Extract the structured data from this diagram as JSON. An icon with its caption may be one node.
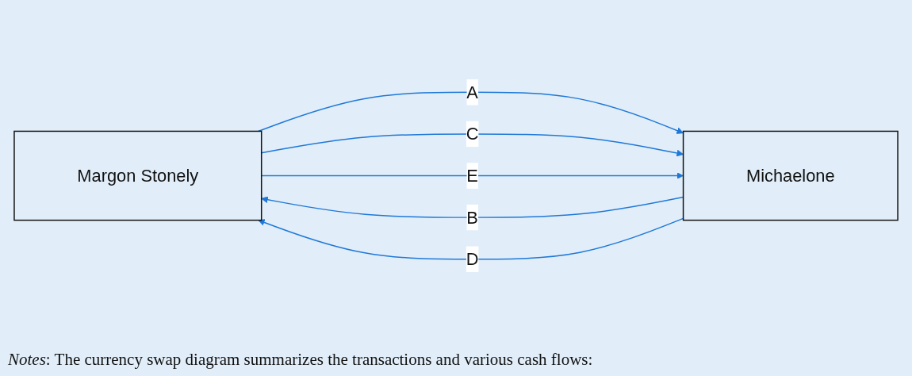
{
  "diagram": {
    "caption": "*Notes*: The currency swap diagram summarizes the transactions and various cash flows:",
    "nodes": [
      {
        "text": [
          "Margon Stonely"
        ]
      },
      {
        "text": [
          "Michaelone"
        ]
      }
    ],
    "edges": [
      {
        "from": 0,
        "to": 1,
        "arrow": "to",
        "label": "A"
      },
      {
        "from": 1,
        "to": 0,
        "arrow": "to",
        "label": "B"
      },
      {
        "from": 0,
        "to": 1,
        "arrow": "to",
        "label": "C"
      },
      {
        "from": 1,
        "to": 0,
        "arrow": "to",
        "label": "D"
      },
      {
        "from": 0,
        "to": 1,
        "arrow": "to",
        "label": "E"
      }
    ]
  }
}
